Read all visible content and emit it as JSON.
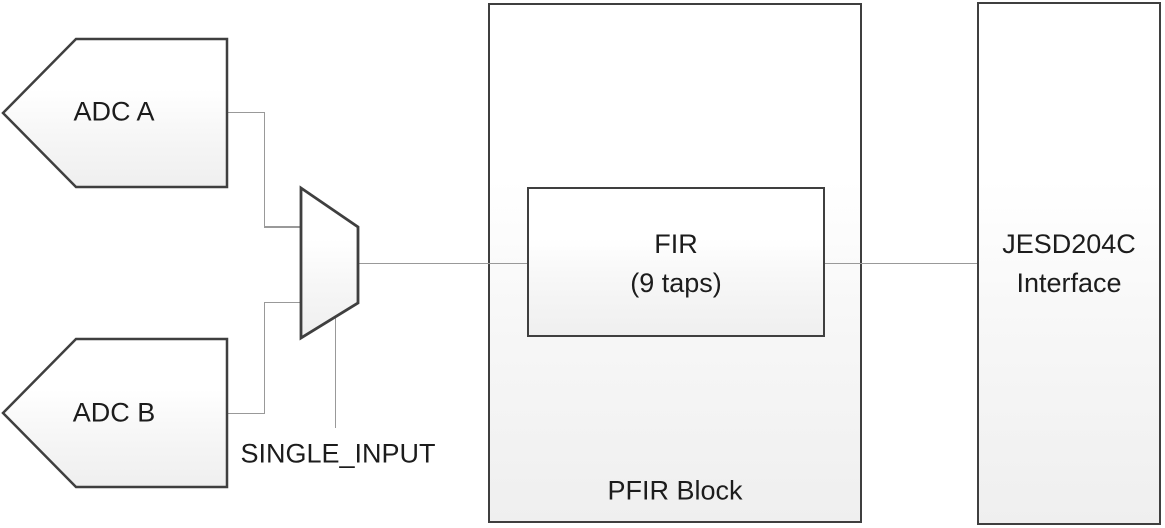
{
  "diagram": {
    "nodes": {
      "adc_a": {
        "label": "ADC A",
        "shape": "pentagon-arrow-left"
      },
      "adc_b": {
        "label": "ADC B",
        "shape": "pentagon-arrow-left"
      },
      "mux": {
        "shape": "multiplexer-trapezoid"
      },
      "fir": {
        "label_line1": "FIR",
        "label_line2": "(9 taps)",
        "shape": "rectangle"
      },
      "pfir": {
        "label": "PFIR Block",
        "shape": "rectangle"
      },
      "jesd": {
        "label_line1": "JESD204C",
        "label_line2": "Interface",
        "shape": "rectangle"
      }
    },
    "signals": {
      "single_input": {
        "label": "SINGLE_INPUT"
      }
    },
    "connections": [
      {
        "from": "adc_a",
        "to": "mux"
      },
      {
        "from": "adc_b",
        "to": "mux"
      },
      {
        "from": "mux",
        "to": "jesd",
        "through": [
          "pfir",
          "fir"
        ]
      },
      {
        "from": "single_input",
        "to": "mux",
        "type": "control"
      }
    ],
    "colors": {
      "background": "#ffffff",
      "shape_border": "#3f3f3f",
      "connector_line": "#999999",
      "fill_top": "#ffffff",
      "fill_bottom": "#efefef",
      "text": "#1c1c1c"
    }
  }
}
